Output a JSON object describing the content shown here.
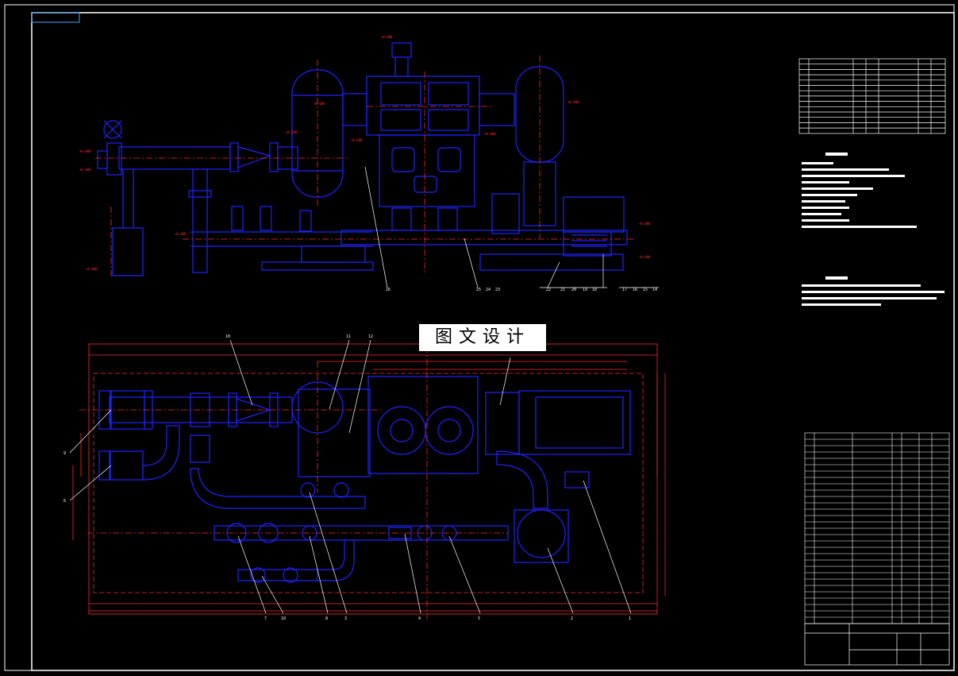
{
  "drawing": {
    "watermark": "图文设计",
    "colors": {
      "background": "#000000",
      "frame": "#ffffff",
      "equipment": "#1f24ff",
      "centerline": "#ff2a2a",
      "dimension": "#ff2a2a",
      "leader": "#ffffff",
      "table": "#ffffff"
    },
    "top_view_callouts": [
      "26",
      "25",
      "24",
      "23",
      "22",
      "21",
      "20",
      "19",
      "18",
      "17",
      "16",
      "15",
      "14"
    ],
    "plan_view_callouts": [
      "10",
      "11",
      "12",
      "7",
      "10",
      "8",
      "3",
      "4",
      "5",
      "2",
      "1",
      "9",
      "6"
    ]
  }
}
